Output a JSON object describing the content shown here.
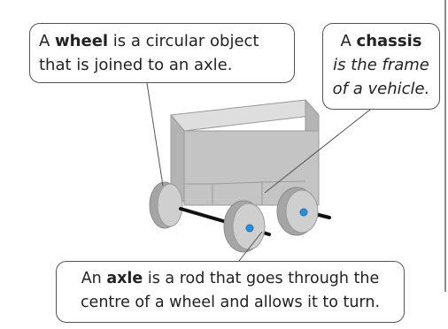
{
  "callouts": {
    "wheel": {
      "pre": "A ",
      "term": "wheel",
      "post": " is a circular object that is joined to an axle."
    },
    "chassis": {
      "pre": "A ",
      "term": "chassis",
      "post": "is the frame of a vehicle."
    },
    "axle": {
      "pre": "An ",
      "term": "axle",
      "post": " is a rod that goes through the centre of a wheel and allows it to turn."
    }
  },
  "colors": {
    "outline": "#555555",
    "body_front": "#c4c4c4",
    "body_top": "#dedede",
    "body_side": "#b4b4b4",
    "wheel_face": "#cfcfcf",
    "wheel_rim": "#a5a5a5",
    "axle_rod": "#111111",
    "hub": "#2b8fd9"
  }
}
